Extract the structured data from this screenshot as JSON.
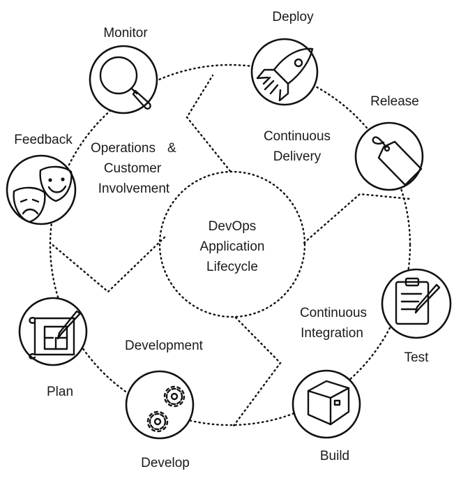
{
  "center": {
    "line1": "DevOps",
    "line2": "Application",
    "line3": "Lifecycle"
  },
  "phases": {
    "operations": {
      "line1": "Operations",
      "line1b": "&",
      "line2": "Customer",
      "line3": "Involvement"
    },
    "delivery": {
      "line1": "Continuous",
      "line2": "Delivery"
    },
    "integration": {
      "line1": "Continuous",
      "line2": "Integration"
    },
    "development": {
      "line1": "Development"
    }
  },
  "stages": {
    "deploy": {
      "label": "Deploy",
      "icon": "rocket-icon"
    },
    "release": {
      "label": "Release",
      "icon": "tag-icon"
    },
    "test": {
      "label": "Test",
      "icon": "clipboard-pencil-icon"
    },
    "build": {
      "label": "Build",
      "icon": "package-box-icon"
    },
    "develop": {
      "label": "Develop",
      "icon": "gears-icon"
    },
    "plan": {
      "label": "Plan",
      "icon": "blueprint-icon"
    },
    "feedback": {
      "label": "Feedback",
      "icon": "theater-masks-icon"
    },
    "monitor": {
      "label": "Monitor",
      "icon": "magnifier-icon"
    }
  }
}
